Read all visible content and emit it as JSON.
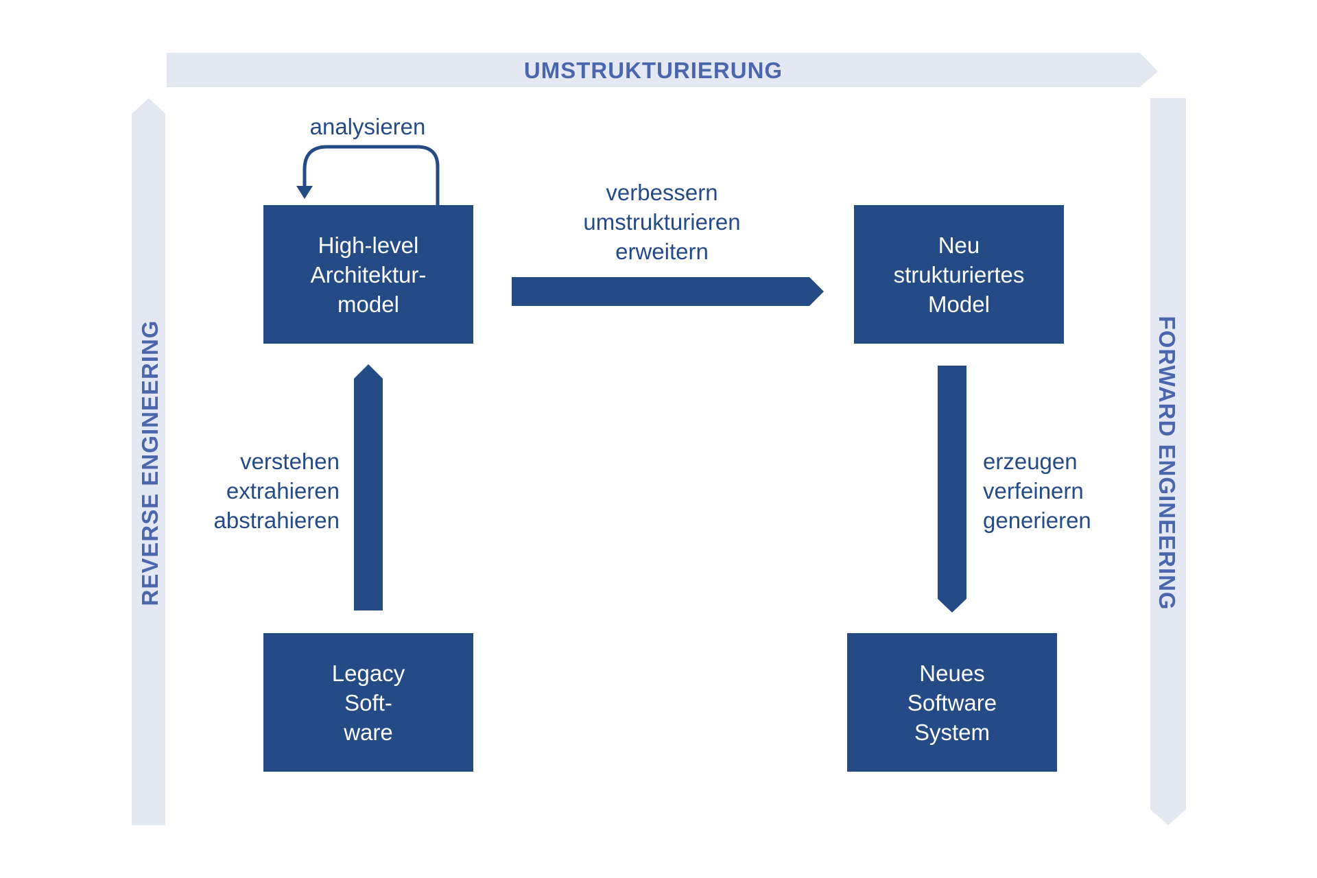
{
  "bands": {
    "top_label": "UMSTRUKTURIERUNG",
    "left_label": "REVERSE ENGINEERING",
    "right_label": "FORWARD ENGINEERING"
  },
  "boxes": {
    "high_level": [
      "High-level",
      "Architektur-",
      "model"
    ],
    "neu_model": [
      "Neu",
      "strukturiertes",
      "Model"
    ],
    "legacy": [
      "Legacy",
      "Soft-",
      "ware"
    ],
    "neues_system": [
      "Neues",
      "Software",
      "System"
    ]
  },
  "edges": {
    "analysieren": "analysieren",
    "improve": [
      "verbessern",
      "umstrukturieren",
      "erweitern"
    ],
    "understand": [
      "verstehen",
      "extrahieren",
      "abstrahieren"
    ],
    "generate": [
      "erzeugen",
      "verfeinern",
      "generieren"
    ]
  },
  "colors": {
    "primary": "#244b86",
    "band": "#e4e8f2",
    "band_text": "#4a67ae"
  }
}
